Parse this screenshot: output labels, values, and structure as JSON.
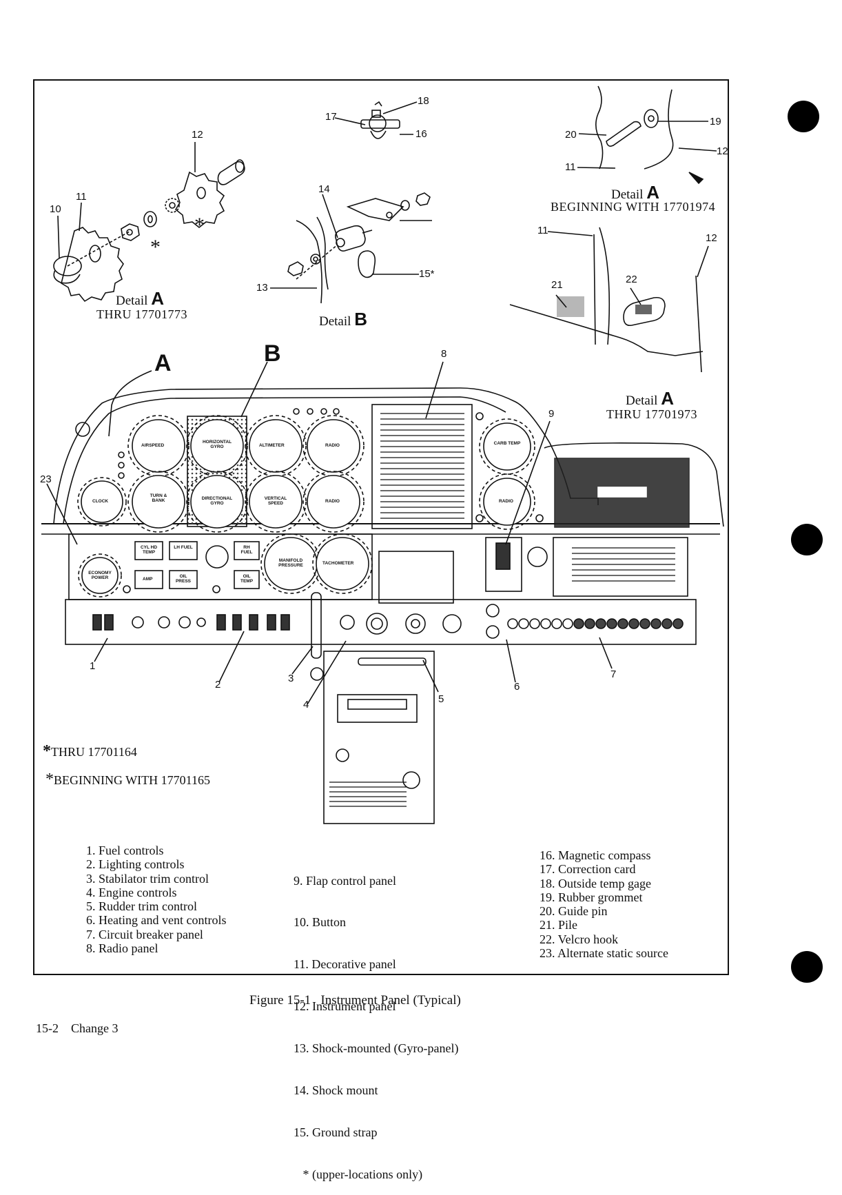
{
  "detail_a_left": {
    "title": "Detail",
    "letter": "A",
    "sub": "THRU 17701773"
  },
  "detail_b": {
    "title": "Detail",
    "letter": "B"
  },
  "detail_a_top_right": {
    "title": "Detail",
    "letter": "A",
    "sub": "BEGINNING WITH 17701974"
  },
  "detail_a_right": {
    "title": "Detail",
    "letter": "A",
    "sub": "THRU 17701973"
  },
  "location_labels": {
    "a": "A",
    "b": "B"
  },
  "callouts": [
    "1",
    "2",
    "3",
    "4",
    "5",
    "6",
    "7",
    "8",
    "9",
    "10",
    "11",
    "12",
    "13",
    "14",
    "15",
    "16",
    "17",
    "18",
    "19",
    "20",
    "21",
    "22",
    "23"
  ],
  "callout_extras": {
    "fifteen_star": "15*",
    "asterisk": "*"
  },
  "gauges": {
    "airspeed": "AIRSPEED",
    "horizontal_gyro": "HORIZONTAL GYRO",
    "altimeter": "ALTIMETER",
    "radio": "RADIO",
    "clock": "CLOCK",
    "turn_bank": "TURN & BANK",
    "directional_gyro": "DIRECTIONAL GYRO",
    "vertical_speed": "VERTICAL SPEED",
    "carb_temp": "CARB TEMP",
    "economy_power": "ECONOMY POWER",
    "manifold_pressure": "MANIFOLD PRESSURE",
    "tachometer": "TACHOMETER",
    "cyl_hd_temp": "CYL HD TEMP",
    "lh_fuel": "LH FUEL",
    "rh_fuel": "RH FUEL",
    "amp": "AMP",
    "oil_press": "OIL PRESS",
    "oil_temp": "OIL TEMP"
  },
  "notes": {
    "thru": "THRU 17701164",
    "beginning": "BEGINNING WITH 17701165"
  },
  "legend": {
    "col1": [
      "1. Fuel controls",
      "2. Lighting controls",
      "3. Stabilator trim control",
      "4. Engine controls",
      "5. Rudder trim control",
      "6. Heating and vent controls",
      "7. Circuit breaker panel",
      "8. Radio panel"
    ],
    "col2": [
      " 9. Flap control panel",
      "10. Button",
      "11. Decorative panel",
      "12. Instrument panel",
      "13. Shock-mounted (Gyro-panel)",
      "14. Shock mount",
      "15. Ground strap",
      "   * (upper-locations only)"
    ],
    "col3": [
      "16. Magnetic compass",
      "17. Correction card",
      "18. Outside temp gage",
      "19. Rubber grommet",
      "20. Guide pin",
      "21. Pile",
      "22. Velcro hook",
      "23. Alternate static source"
    ]
  },
  "caption": "Figure 15-1   Instrument Panel (Typical)",
  "footer": "15-2    Change 3"
}
